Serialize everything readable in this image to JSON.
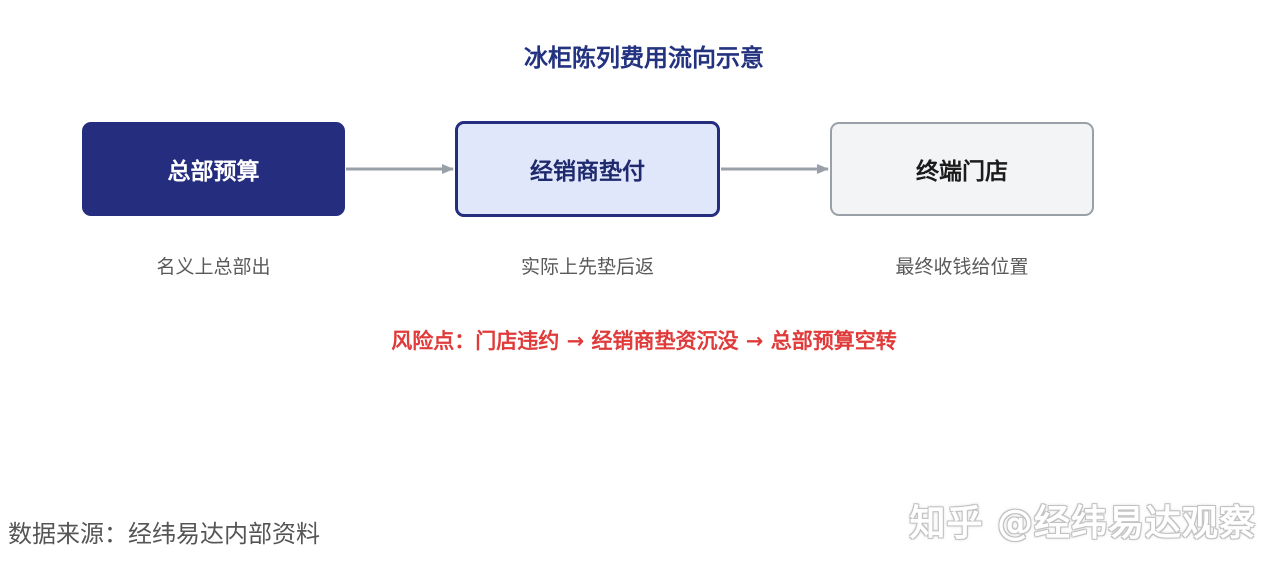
{
  "title": "冰柜陈列费用流向示意",
  "nodes": [
    {
      "label": "总部预算",
      "caption": "名义上总部出"
    },
    {
      "label": "经销商垫付",
      "caption": "实际上先垫后返"
    },
    {
      "label": "终端门店",
      "caption": "最终收钱给位置"
    }
  ],
  "risk_text": "风险点：门店违约 → 经销商垫资沉没 → 总部预算空转",
  "source_text": "数据来源：经纬易达内部资料",
  "watermark": "知乎 @经纬易达观察",
  "colors": {
    "navy": "#252d7f",
    "light_blue": "#e1e7fb",
    "gray_box": "#f3f4f6",
    "arrow": "#9aa0a8",
    "risk_red": "#e03a3a"
  }
}
